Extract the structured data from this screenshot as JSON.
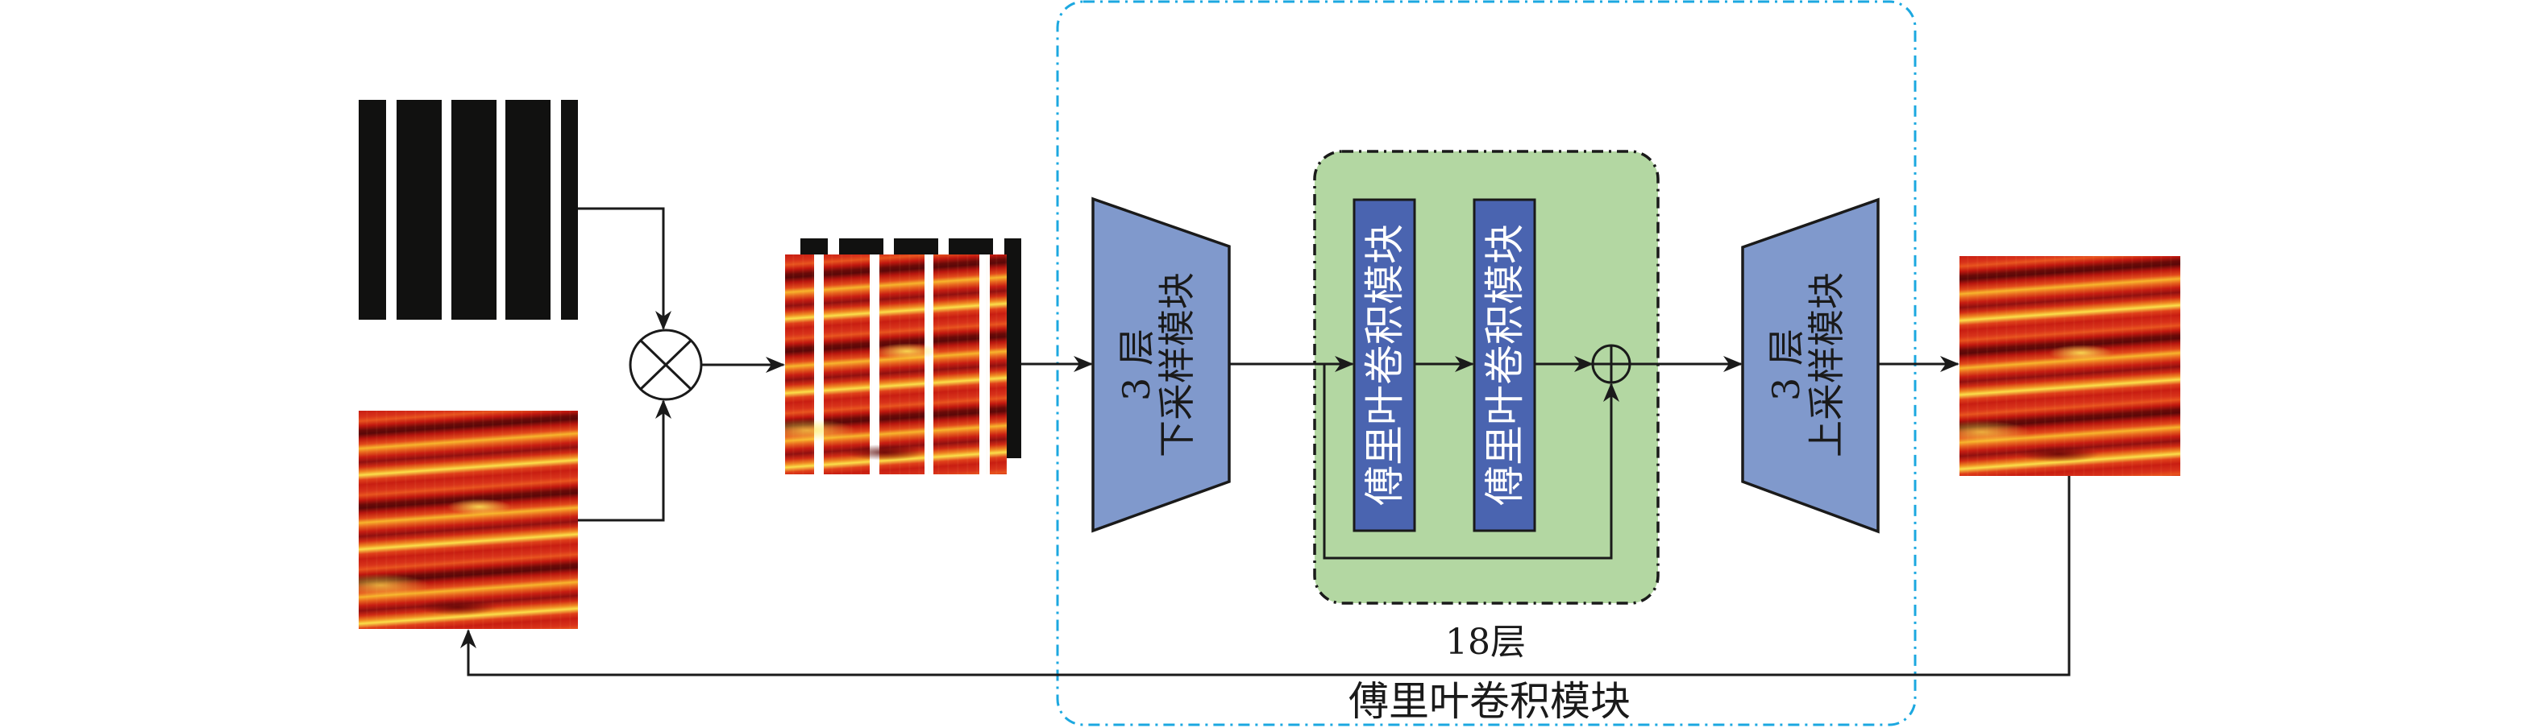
{
  "figure": {
    "type": "network-architecture-diagram",
    "inputs": {
      "mask": {
        "label": "",
        "description": "binary column mask (black stripes)"
      },
      "noisy_image": {
        "label": "",
        "description": "heatmap input image"
      },
      "multiply_op": {
        "symbol": "⊗",
        "name": "element-wise multiplication"
      }
    },
    "masked_image": {
      "description": "heatmap with masked columns"
    },
    "fourier_conv_module": {
      "label": "傅里叶卷积模块",
      "border_color": "#1ca8e0",
      "downsample": {
        "count": "3",
        "unit": "层",
        "name": "下采样模块"
      },
      "residual_group": {
        "repeat_label": "18层",
        "blocks": [
          {
            "label": "傅里叶卷积模块"
          },
          {
            "label": "傅里叶卷积模块"
          }
        ],
        "add_op": {
          "symbol": "⊕",
          "name": "residual addition"
        },
        "fill_color": "#b3d7a2"
      },
      "upsample": {
        "count": "3",
        "unit": "层",
        "name": "上采样模块"
      }
    },
    "output_image": {
      "description": "reconstructed heatmap"
    },
    "colors": {
      "trapezoid_fill": "#8099cc",
      "block_fill": "#4a64b0",
      "line": "#1a1a1a"
    }
  }
}
